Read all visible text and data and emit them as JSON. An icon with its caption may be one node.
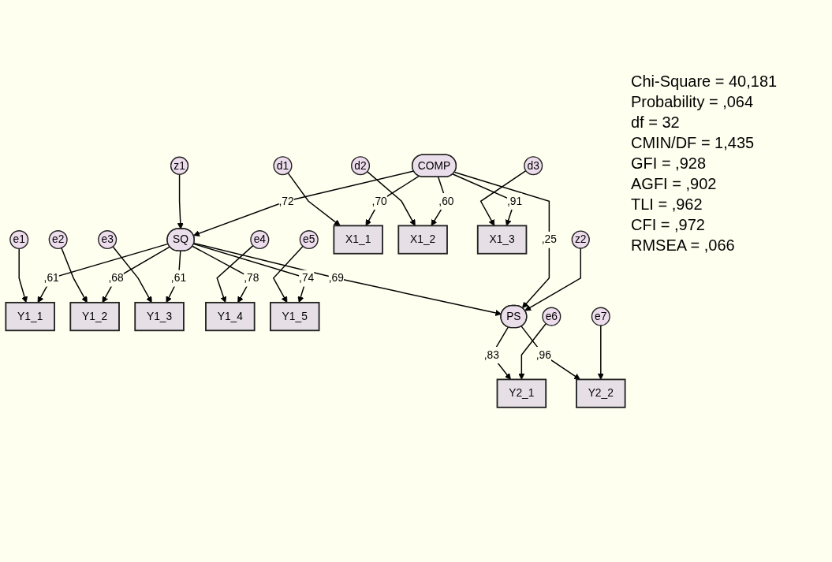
{
  "diagram": {
    "nodes": [
      {
        "text": [
          "e1"
        ]
      },
      {
        "text": [
          "e2"
        ]
      },
      {
        "text": [
          "e3"
        ]
      },
      {
        "text": [
          "e4"
        ]
      },
      {
        "text": [
          "e5"
        ]
      },
      {
        "text": [
          "Y1_1"
        ]
      },
      {
        "text": [
          "Y1_2"
        ]
      },
      {
        "text": [
          "Y1_3"
        ]
      },
      {
        "text": [
          "Y1_4"
        ]
      },
      {
        "text": [
          "Y1_5"
        ]
      },
      {
        "text": [
          "z1"
        ]
      },
      {
        "text": [
          "SQ"
        ]
      },
      {
        "text": [
          "d1"
        ]
      },
      {
        "text": [
          "X1_1"
        ]
      },
      {
        "text": [
          "COMP"
        ]
      },
      {
        "text": [
          "PS"
        ]
      },
      {
        "text": [
          "Y2_1"
        ]
      },
      {
        "text": [
          "e6"
        ]
      },
      {
        "text": [
          "d2"
        ]
      },
      {
        "text": [
          "X1_2"
        ]
      },
      {
        "text": [
          "Y2_2"
        ]
      },
      {
        "text": [
          "e7"
        ]
      },
      {
        "text": [
          "d3"
        ]
      },
      {
        "text": [
          "X1_3"
        ]
      },
      {
        "text": [
          "z2"
        ]
      }
    ],
    "edges": [
      {
        "from": 0,
        "to": 5,
        "arrow": "to"
      },
      {
        "from": 1,
        "to": 6,
        "arrow": "to"
      },
      {
        "from": 2,
        "to": 7,
        "arrow": "to"
      },
      {
        "from": 3,
        "to": 8,
        "arrow": "to"
      },
      {
        "from": 4,
        "to": 9,
        "arrow": "to"
      },
      {
        "from": 11,
        "to": 5,
        "arrow": "to",
        "label": ",61"
      },
      {
        "from": 11,
        "to": 6,
        "arrow": "to",
        "label": ",68"
      },
      {
        "from": 11,
        "to": 7,
        "arrow": "to",
        "label": ",61"
      },
      {
        "from": 11,
        "to": 8,
        "arrow": "to",
        "label": ",78"
      },
      {
        "from": 11,
        "to": 9,
        "arrow": "to",
        "label": ",74"
      },
      {
        "from": 10,
        "to": 11,
        "arrow": "to"
      },
      {
        "from": 14,
        "to": 11,
        "arrow": "to",
        "label": ",72"
      },
      {
        "from": 11,
        "to": 15,
        "arrow": "to",
        "label": ",69"
      },
      {
        "from": 14,
        "to": 15,
        "arrow": "to",
        "label": ",25"
      },
      {
        "from": 12,
        "to": 13,
        "arrow": "to"
      },
      {
        "from": 18,
        "to": 19,
        "arrow": "to"
      },
      {
        "from": 22,
        "to": 23,
        "arrow": "to"
      },
      {
        "from": 14,
        "to": 13,
        "arrow": "to",
        "label": ",70"
      },
      {
        "from": 14,
        "to": 19,
        "arrow": "to",
        "label": ",60"
      },
      {
        "from": 14,
        "to": 23,
        "arrow": "to",
        "label": ",91"
      },
      {
        "from": 15,
        "to": 16,
        "arrow": "to",
        "label": ",83"
      },
      {
        "from": 15,
        "to": 20,
        "arrow": "to",
        "label": ",96"
      },
      {
        "from": 17,
        "to": 16,
        "arrow": "to"
      },
      {
        "from": 21,
        "to": 20,
        "arrow": "to"
      },
      {
        "from": 24,
        "to": 15,
        "arrow": "to"
      }
    ],
    "labels": [
      "Chi-Square = 40,181",
      "Probability = ,064",
      "df = 32",
      "CMIN/DF = 1,435",
      "GFI = ,928",
      "AGFI = ,902",
      "TLI = ,962",
      "CFI = ,972",
      "RMSEA = ,066"
    ]
  }
}
